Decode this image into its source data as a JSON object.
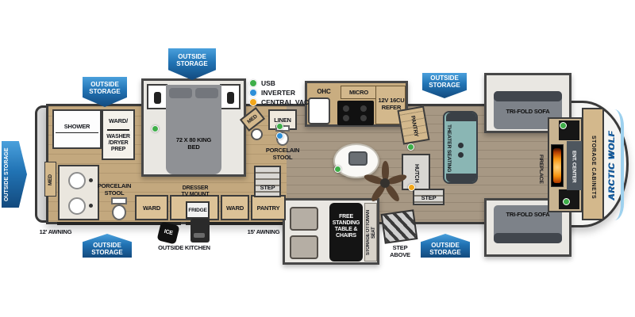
{
  "brand": "ARCTIC WOLF",
  "badges": {
    "outside_storage": "OUTSIDE STORAGE"
  },
  "legend": {
    "items": [
      {
        "label": "USB",
        "color": "#3fae49"
      },
      {
        "label": "INVERTER",
        "color": "#2e8fd8"
      },
      {
        "label": "CENTRAL VAC",
        "color": "#f2a71b"
      }
    ]
  },
  "colors": {
    "badge_blue": "#2173b4",
    "brand_blue": "#1a66ad"
  },
  "rooms": {
    "shower": "SHOWER",
    "ward_slash": "WARD/",
    "washer_dryer_prep": "WASHER /DRYER PREP",
    "king_bed": "72 X 80 KING BED",
    "med": "MED",
    "linen": "LINEN",
    "porcelain_stool": "PORCELAIN STOOL",
    "ohc": "OHC",
    "micro": "MICRO",
    "refer": "12V 16CU REFER",
    "pantry": "PANTRY",
    "hutch": "HUTCH",
    "theater_seating": "THEATER SEATING",
    "tri_fold_sofa": "TRI-FOLD SOFA",
    "storage_cabinets": "STORAGE CABINETS",
    "ent_center": "ENT. CENTER",
    "fireplace": "FIREPLACE",
    "step": "STEP",
    "step_above": "STEP ABOVE",
    "free_standing_table": "FREE STANDING TABLE & CHAIRS",
    "storage_ottoman_seat": "STORAGE OTTOMAN SEAT",
    "ward": "WARD",
    "dresser_tv_mount": "DRESSER TV MOUNT",
    "fridge": "FRIDGE",
    "ice": "ICE",
    "outside_kitchen": "OUTSIDE KITCHEN",
    "awning_12": "12' AWNING",
    "awning_15": "15' AWNING"
  }
}
